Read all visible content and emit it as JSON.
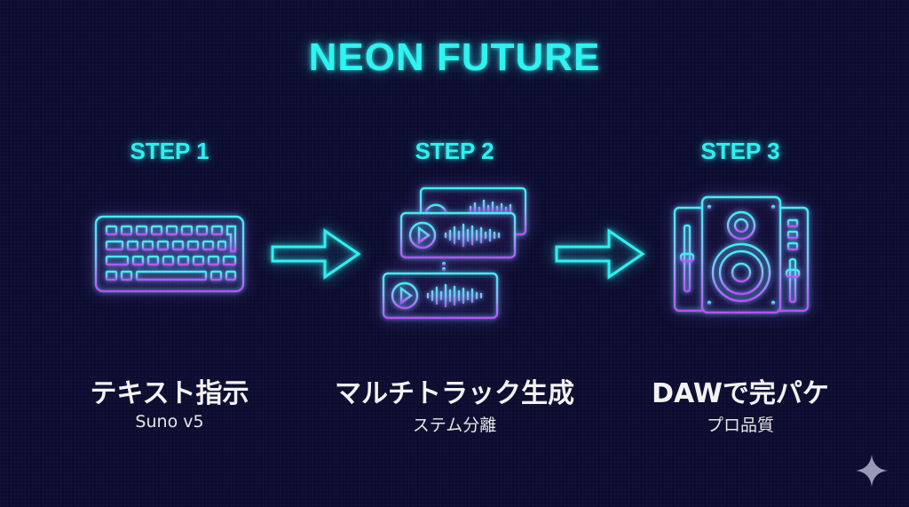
{
  "title": "NEON FUTURE",
  "colors": {
    "background": "#0c0c2e",
    "neon_cyan": "#2ff3f0",
    "neon_purple": "#c04cff",
    "text_white": "#f2f2f2"
  },
  "steps": [
    {
      "step_label": "STEP 1",
      "icon": "keyboard-icon",
      "title": "テキスト指示",
      "subtitle": "Suno v5"
    },
    {
      "step_label": "STEP 2",
      "icon": "audio-tracks-icon",
      "title": "マルチトラック生成",
      "subtitle": "ステム分離"
    },
    {
      "step_label": "STEP 3",
      "icon": "speaker-mixer-icon",
      "title": "DAWで完パケ",
      "subtitle": "プロ品質"
    }
  ],
  "connectors": [
    "arrow-right-icon",
    "arrow-right-icon"
  ],
  "watermark_icon": "sparkle-icon"
}
